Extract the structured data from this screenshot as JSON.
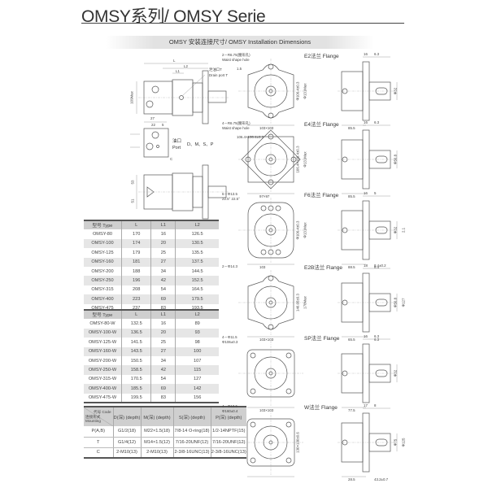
{
  "page": {
    "title": "OMSY系列/ OMSY Serie",
    "section_band": "OMSY 安装连接尺寸/ OMSY Installation Dimensions"
  },
  "motor_views": {
    "dim_L": "L",
    "dim_L2": "L2",
    "dim_L1": "L1",
    "drain_cn": "泄油口T",
    "drain_en": "Drain port T",
    "height_max": "109Max",
    "dim_27": "27",
    "dim_22": "22",
    "dim_5": "5",
    "port_cn": "油口",
    "port_en": "Port",
    "port_codes": "D、M、S、P",
    "dim_c": "C",
    "dim_53": "53",
    "dim_51": "51"
  },
  "table_standard": {
    "headers": [
      "型号 Type",
      "L",
      "L1",
      "L2"
    ],
    "rows": [
      [
        "OMSY-80",
        "170",
        "16",
        "126.5"
      ],
      [
        "OMSY-100",
        "174",
        "20",
        "130.5"
      ],
      [
        "OMSY-125",
        "179",
        "25",
        "135.5"
      ],
      [
        "OMSY-160",
        "181",
        "27",
        "137.5"
      ],
      [
        "OMSY-200",
        "188",
        "34",
        "144.5"
      ],
      [
        "OMSY-250",
        "196",
        "42",
        "152.5"
      ],
      [
        "OMSY-315",
        "208",
        "54",
        "164.5"
      ],
      [
        "OMSY-400",
        "223",
        "69",
        "179.5"
      ],
      [
        "OMSY-475",
        "237",
        "83",
        "193.5"
      ]
    ]
  },
  "table_w": {
    "headers": [
      "型号 Type",
      "L",
      "L1",
      "L2"
    ],
    "rows": [
      [
        "OMSY-80-W",
        "132.5",
        "16",
        "89"
      ],
      [
        "OMSY-100-W",
        "136.5",
        "20",
        "93"
      ],
      [
        "OMSY-125-W",
        "141.5",
        "25",
        "98"
      ],
      [
        "OMSY-160-W",
        "143.5",
        "27",
        "100"
      ],
      [
        "OMSY-200-W",
        "150.5",
        "34",
        "107"
      ],
      [
        "OMSY-250-W",
        "158.5",
        "42",
        "115"
      ],
      [
        "OMSY-315-W",
        "170.5",
        "54",
        "127"
      ],
      [
        "OMSY-400-W",
        "185.5",
        "69",
        "142"
      ],
      [
        "OMSY-475-W",
        "199.5",
        "83",
        "156"
      ]
    ]
  },
  "table_ports": {
    "corner_code": "代号 Code",
    "corner_mounting": "连接形式 Mounting",
    "headers": [
      "D(深) (depth)",
      "M(深) (depth)",
      "S(深) (depth)",
      "P(深) (depth)"
    ],
    "rows": [
      [
        "P(A,B)",
        "G1/2(18)",
        "M22×1.5(18)",
        "7/8-14 O-ring(18)",
        "1/2-14NPTF(15)"
      ],
      [
        "T",
        "G1/4(12)",
        "M14×1.5(12)",
        "7/16-20UNF(12)",
        "7/16-20UNF(12)"
      ],
      [
        "C",
        "2-M10(13)",
        "2-M10(13)",
        "2-3/8-16UNC(13)",
        "2-3/8-16UNC(13)"
      ]
    ]
  },
  "flanges": [
    {
      "label": "E2法兰 Flange",
      "shape": "oval2",
      "front": [
        "2－R6.75(腰形孔)",
        "Waist shape hole",
        "Φ106.4±0.3",
        "Φ131Max",
        "103×103",
        "1.5"
      ],
      "side": [
        "16",
        "6.3",
        "Φ32",
        "85.5"
      ]
    },
    {
      "label": "E4法兰 Flange",
      "shape": "diamond",
      "front": [
        "4－R6.75(腰形孔)",
        "Waist shape hole",
        "106.4×106.4±0.3",
        "Φ131Max",
        "97×97",
        "106.4×106.4±0.3"
      ],
      "side": [
        "16",
        "6.3",
        "Φ50.8",
        "85.5"
      ]
    },
    {
      "label": "F6法兰 Flange",
      "shape": "six",
      "front": [
        "6－Φ13.5",
        "22.5°  22.5°",
        "Φ106.4±0.3",
        "Φ131Max",
        "103",
        ""
      ],
      "side": [
        "16",
        "5",
        "Φ32",
        "88.5",
        "8.4",
        "2.1"
      ]
    },
    {
      "label": "E2B法兰 Flange",
      "shape": "oval2",
      "front": [
        "2－Φ14.3",
        "",
        "146.05±0.3",
        "178Max",
        "103×103",
        ""
      ],
      "side": [
        "18",
        "8.4±0.2",
        "Φ50.8",
        "65.5",
        "6.3",
        "Φ127"
      ]
    },
    {
      "label": "SP法兰 Flange",
      "shape": "square",
      "front": [
        "4－Φ11.5",
        "Φ106±0.3",
        "",
        "",
        "103×103",
        ""
      ],
      "side": [
        "16",
        "6.3",
        "Φ32",
        "77.5"
      ]
    },
    {
      "label": "W法兰 Flange",
      "shape": "squareW",
      "front": [
        "4－Φ13.5",
        "Φ160±0.4",
        "130×130±0.6",
        "",
        "",
        ""
      ],
      "side": [
        "17",
        "8",
        "Φ75",
        "28.5",
        "43.2±0.7",
        "Φ125"
      ]
    }
  ]
}
